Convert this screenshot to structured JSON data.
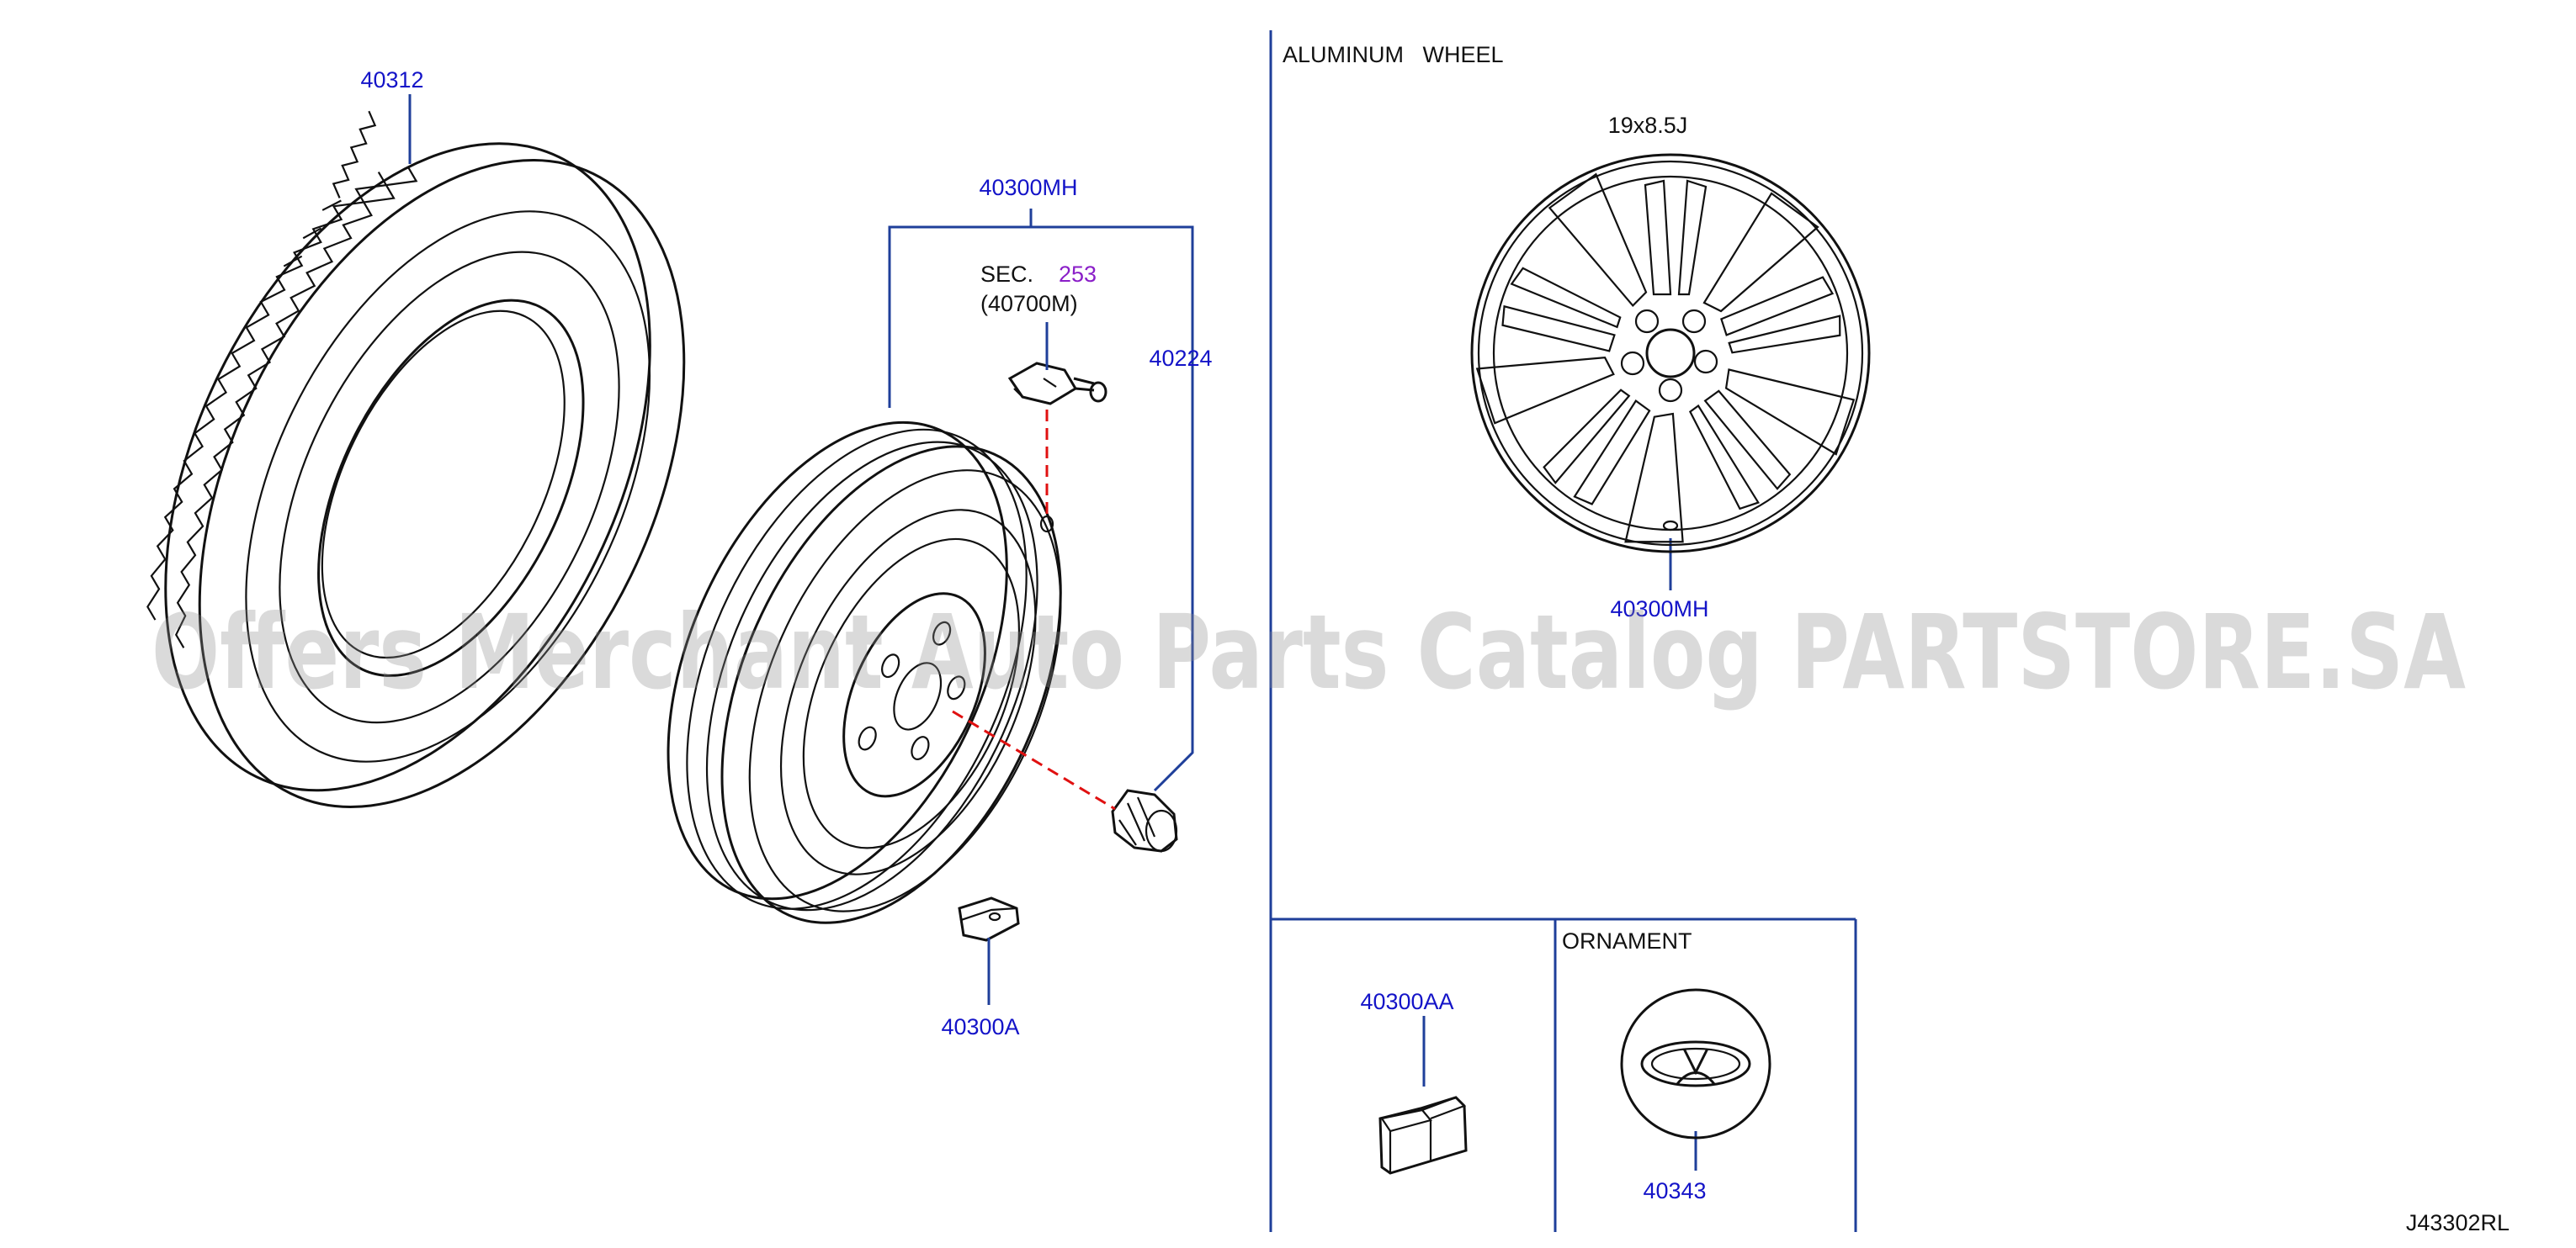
{
  "diagram": {
    "code": "J43302RL",
    "section_titles": {
      "aluminum_wheel": "ALUMINUM   WHEEL",
      "ornament": "ORNAMENT"
    },
    "wheel_size": "19x8.5J",
    "sec_reference": {
      "prefix": "SEC.",
      "number": "253",
      "sub": "(40700M)"
    },
    "part_labels": {
      "tire": "40312",
      "wheel_assembly": "40300MH",
      "wheel_nut": "40224",
      "balance_weight": "40300A",
      "alloy_wheel": "40300MH",
      "adhesive_weight": "40300AA",
      "ornament": "40343"
    }
  },
  "watermark": "Offers Merchant Auto Parts Catalog PARTSTORE.SA",
  "colors": {
    "label": "#1414c8",
    "section_ref": "#8a1ec8",
    "leader": "#1f3f9a",
    "ink": "#111111",
    "dash": "#e01010"
  }
}
